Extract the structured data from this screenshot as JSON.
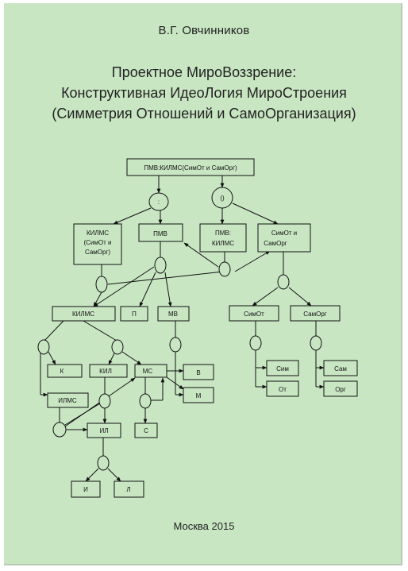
{
  "author": "В.Г. Овчинников",
  "title_lines": [
    "Проектное МироВоззрение:",
    "Конструктивная ИдеоЛогия МироСтроения",
    "(Симметрия Отношений и СамоОрганизация)"
  ],
  "diagram": {
    "root": "ПМВ:КИЛМС(СимОт и СамОрг)",
    "node_colon": ":",
    "node_paren": "()",
    "kilms_simot_line1": "КИЛМС",
    "kilms_simot_line2": "(СимОт и",
    "kilms_simot_line3": "СамОрг)",
    "pmv": "ПМВ",
    "pmv_kilms_line1": "ПМВ:",
    "pmv_kilms_line2": "КИЛМС",
    "simot_samorg_line1": "СимОт    и",
    "simot_samorg_line2": "СамОрг",
    "kilms": "КИЛМС",
    "p": "П",
    "mv": "МВ",
    "simot": "СимОт",
    "samorg": "СамОрг",
    "k": "К",
    "kil": "КИЛ",
    "ms": "МС",
    "v": "В",
    "m": "М",
    "ilms": "ИЛМС",
    "il": "ИЛ",
    "s": "С",
    "i": "И",
    "l": "Л",
    "sim": "Сим",
    "ot": "От",
    "sam": "Сам",
    "org": "Орг"
  },
  "footer": "Москва 2015"
}
